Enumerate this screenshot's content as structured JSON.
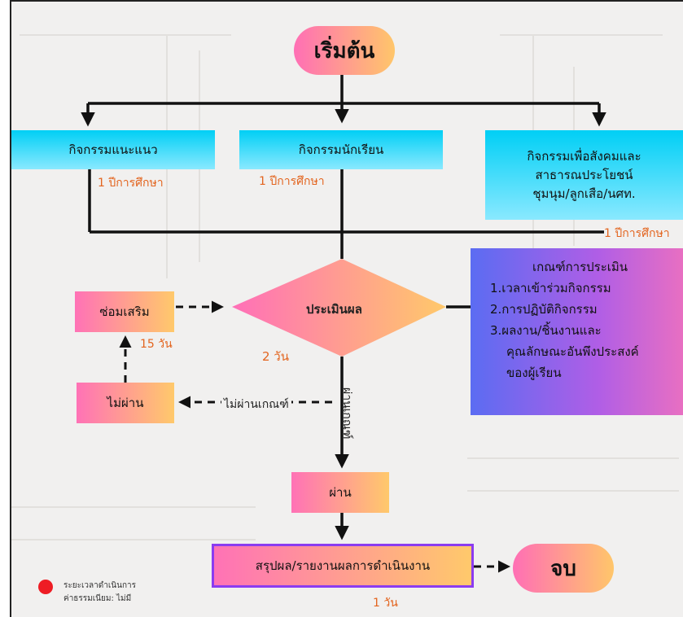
{
  "start": "เริ่มต้น",
  "end": "จบ",
  "activities": [
    {
      "label": "กิจกรรมแนะแนว",
      "duration": "1 ปีการศึกษา"
    },
    {
      "label": "กิจกรรมนักเรียน",
      "duration": "1 ปีการศึกษา"
    },
    {
      "lines": [
        "กิจกรรมเพื่อสังคมและ",
        "สาธารณประโยชน์",
        "ชุมนุม/ลูกเสือ/นศท."
      ],
      "duration": "1 ปีการศึกษา"
    }
  ],
  "evaluate": {
    "label": "ประเมินผล",
    "duration": "2 วัน"
  },
  "criteria": {
    "title": "เกณฑ์การประเมิน",
    "items": [
      "1.เวลาเข้าร่วมกิจกรรม",
      "2.การปฏิบัติกิจกรรม",
      "3.ผลงาน/ชิ้นงานและ"
    ],
    "continuation": [
      "คุณลักษณะอันพึงประสงค์",
      "ของผู้เรียน"
    ]
  },
  "remedial": {
    "label": "ซ่อมเสริม",
    "duration": "15 วัน"
  },
  "fail": {
    "label": "ไม่ผ่าน",
    "edge_label": "ไม่ผ่านเกณฑ์"
  },
  "pass": {
    "label": "ผ่าน",
    "edge_label": "ผ่านเกณฑ์"
  },
  "summary": {
    "label": "สรุปผล/รายงานผลการดำเนินงาน",
    "duration": "1 วัน"
  },
  "legend": {
    "lines": [
      "ระยะเวลาดำเนินการ",
      "ค่าธรรมเนียม: ไม่มี"
    ]
  },
  "colors": {
    "accent_orange": "#e3641e",
    "legend_red": "#ee1c24",
    "summary_border": "#8b3cf0"
  }
}
